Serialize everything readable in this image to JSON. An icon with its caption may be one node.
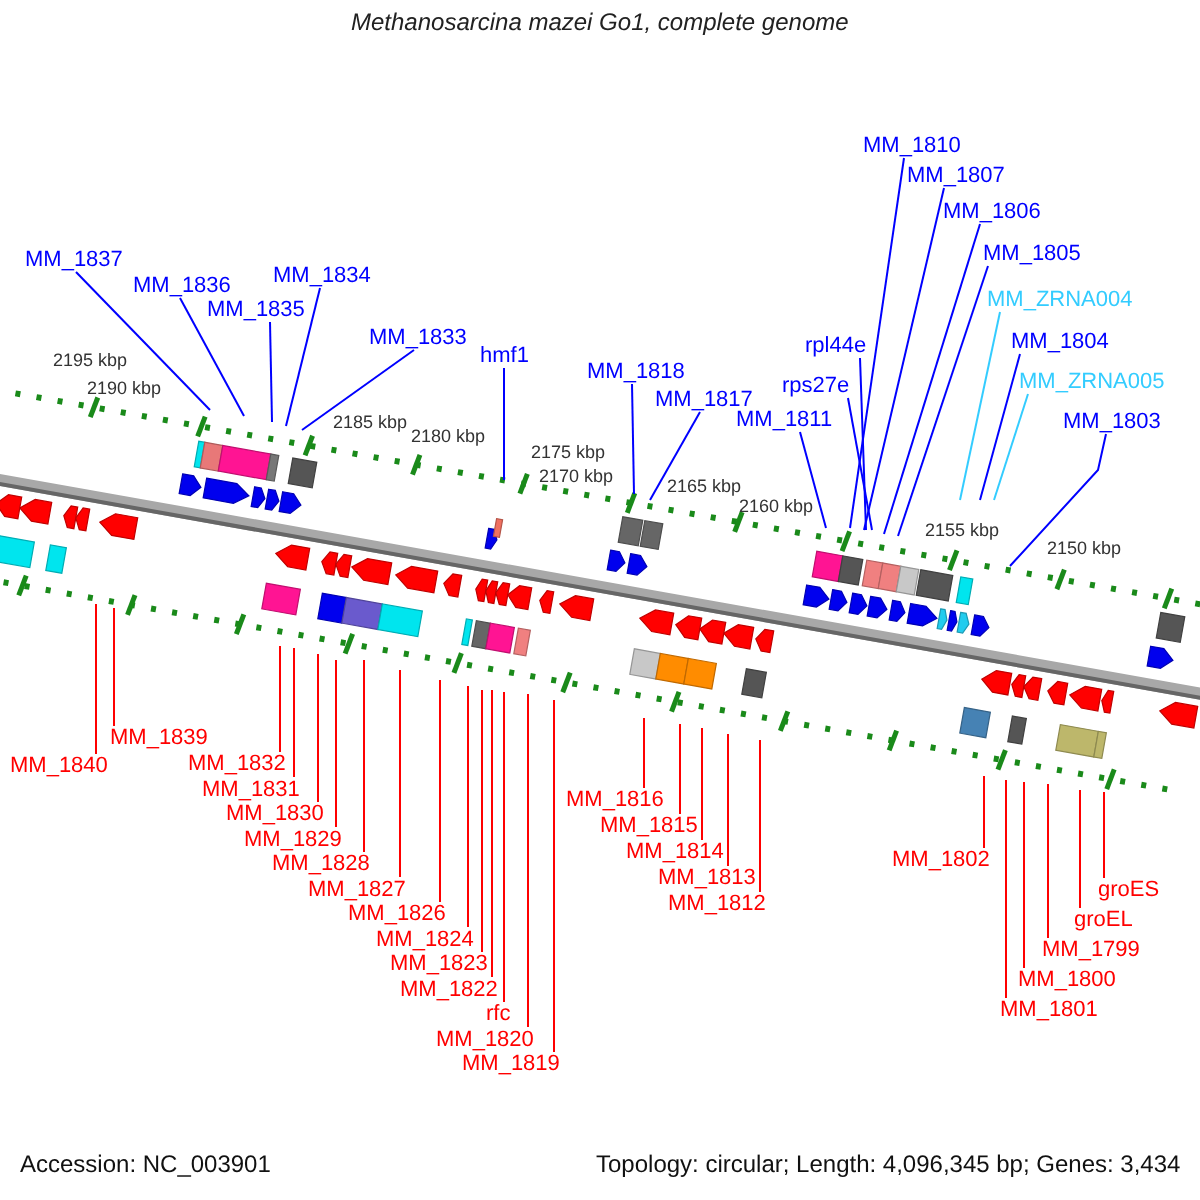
{
  "diagram": {
    "title": "Methanosarcina mazei Go1, complete genome",
    "nodes": [
      {
        "text": [
          "MM_1837"
        ]
      },
      {
        "text": [
          "MM_1836"
        ]
      },
      {
        "text": [
          "MM_1835"
        ]
      },
      {
        "text": [
          "MM_1834"
        ]
      },
      {
        "text": [
          "MM_1833"
        ]
      },
      {
        "text": [
          "hmf1"
        ]
      },
      {
        "text": [
          "MM_1818"
        ]
      },
      {
        "text": [
          "MM_1817"
        ]
      },
      {
        "text": [
          "MM_1811"
        ]
      },
      {
        "text": [
          "MM_1810"
        ]
      },
      {
        "text": [
          "MM_1807"
        ]
      },
      {
        "text": [
          "MM_1806"
        ]
      },
      {
        "text": [
          "MM_1805"
        ]
      },
      {
        "text": [
          "MM_ZRNA004"
        ]
      },
      {
        "text": [
          "rpl44e"
        ]
      },
      {
        "text": [
          "MM_1804"
        ]
      },
      {
        "text": [
          "rps27e"
        ]
      },
      {
        "text": [
          "MM_ZRNA005"
        ]
      },
      {
        "text": [
          "MM_1803"
        ]
      },
      {
        "text": [
          "MM_1840"
        ]
      },
      {
        "text": [
          "MM_1839"
        ]
      },
      {
        "text": [
          "MM_1832"
        ]
      },
      {
        "text": [
          "MM_1831"
        ]
      },
      {
        "text": [
          "MM_1830"
        ]
      },
      {
        "text": [
          "MM_1829"
        ]
      },
      {
        "text": [
          "MM_1828"
        ]
      },
      {
        "text": [
          "MM_1827"
        ]
      },
      {
        "text": [
          "MM_1826"
        ]
      },
      {
        "text": [
          "MM_1824"
        ]
      },
      {
        "text": [
          "MM_1823"
        ]
      },
      {
        "text": [
          "MM_1822"
        ]
      },
      {
        "text": [
          "rfc"
        ]
      },
      {
        "text": [
          "MM_1820"
        ]
      },
      {
        "text": [
          "MM_1819"
        ]
      },
      {
        "text": [
          "MM_1816"
        ]
      },
      {
        "text": [
          "MM_1815"
        ]
      },
      {
        "text": [
          "MM_1814"
        ]
      },
      {
        "text": [
          "MM_1813"
        ]
      },
      {
        "text": [
          "MM_1812"
        ]
      },
      {
        "text": [
          "MM_1802"
        ]
      },
      {
        "text": [
          "MM_1801"
        ]
      },
      {
        "text": [
          "MM_1800"
        ]
      },
      {
        "text": [
          "MM_1799"
        ]
      },
      {
        "text": [
          "groEL"
        ]
      },
      {
        "text": [
          "groES"
        ]
      }
    ],
    "edges": [
      {
        "from": 0,
        "to": null,
        "arrow": "none",
        "color": "#0000ff"
      },
      {
        "from": 1,
        "to": null,
        "arrow": "none",
        "color": "#0000ff"
      },
      {
        "from": 2,
        "to": null,
        "arrow": "none",
        "color": "#0000ff"
      },
      {
        "from": 3,
        "to": null,
        "arrow": "none",
        "color": "#0000ff"
      },
      {
        "from": 4,
        "to": null,
        "arrow": "none",
        "color": "#0000ff"
      },
      {
        "from": 5,
        "to": null,
        "arrow": "none",
        "color": "#0000ff"
      },
      {
        "from": 6,
        "to": null,
        "arrow": "none",
        "color": "#0000ff"
      },
      {
        "from": 7,
        "to": null,
        "arrow": "none",
        "color": "#0000ff"
      },
      {
        "from": 8,
        "to": null,
        "arrow": "none",
        "color": "#0000ff"
      },
      {
        "from": 9,
        "to": null,
        "arrow": "none",
        "color": "#0000ff"
      },
      {
        "from": 10,
        "to": null,
        "arrow": "none",
        "color": "#0000ff"
      },
      {
        "from": 11,
        "to": null,
        "arrow": "none",
        "color": "#0000ff"
      },
      {
        "from": 12,
        "to": null,
        "arrow": "none",
        "color": "#0000ff"
      },
      {
        "from": 13,
        "to": null,
        "arrow": "none",
        "color": "#33ccff"
      },
      {
        "from": 14,
        "to": null,
        "arrow": "none",
        "color": "#0000ff"
      },
      {
        "from": 15,
        "to": null,
        "arrow": "none",
        "color": "#0000ff"
      },
      {
        "from": 16,
        "to": null,
        "arrow": "none",
        "color": "#0000ff"
      },
      {
        "from": 17,
        "to": null,
        "arrow": "none",
        "color": "#33ccff"
      },
      {
        "from": 18,
        "to": null,
        "arrow": "none",
        "color": "#0000ff"
      },
      {
        "from": 19,
        "to": null,
        "arrow": "none"
      },
      {
        "from": 20,
        "to": null,
        "arrow": "none"
      },
      {
        "from": 21,
        "to": null,
        "arrow": "none"
      },
      {
        "from": 22,
        "to": null,
        "arrow": "none"
      },
      {
        "from": 23,
        "to": null,
        "arrow": "none"
      },
      {
        "from": 24,
        "to": null,
        "arrow": "none"
      },
      {
        "from": 25,
        "to": null,
        "arrow": "none"
      },
      {
        "from": 26,
        "to": null,
        "arrow": "none"
      },
      {
        "from": 27,
        "to": null,
        "arrow": "none"
      },
      {
        "from": 28,
        "to": null,
        "arrow": "none"
      },
      {
        "from": 29,
        "to": null,
        "arrow": "none"
      },
      {
        "from": 30,
        "to": null,
        "arrow": "none"
      },
      {
        "from": 31,
        "to": null,
        "arrow": "none"
      },
      {
        "from": 32,
        "to": null,
        "arrow": "none"
      },
      {
        "from": 33,
        "to": null,
        "arrow": "none"
      },
      {
        "from": 34,
        "to": null,
        "arrow": "none"
      },
      {
        "from": 35,
        "to": null,
        "arrow": "none"
      },
      {
        "from": 36,
        "to": null,
        "arrow": "none"
      },
      {
        "from": 37,
        "to": null,
        "arrow": "none"
      },
      {
        "from": 38,
        "to": null,
        "arrow": "none"
      },
      {
        "from": 39,
        "to": null,
        "arrow": "none"
      },
      {
        "from": 40,
        "to": null,
        "arrow": "none"
      },
      {
        "from": 41,
        "to": null,
        "arrow": "none"
      },
      {
        "from": 42,
        "to": null,
        "arrow": "none"
      },
      {
        "from": 43,
        "to": null,
        "arrow": "none"
      },
      {
        "from": 44,
        "to": null,
        "arrow": "none"
      }
    ],
    "labels": [
      "2195 kbp",
      "2190 kbp",
      "2185 kbp",
      "2180 kbp",
      "2175 kbp",
      "2170 kbp",
      "2165 kbp",
      "2160 kbp",
      "2155 kbp",
      "2150 kbp",
      "Accession: NC_003901",
      "Topology: circular; Length: 4,096,345 bp; Genes: 3,434"
    ]
  }
}
